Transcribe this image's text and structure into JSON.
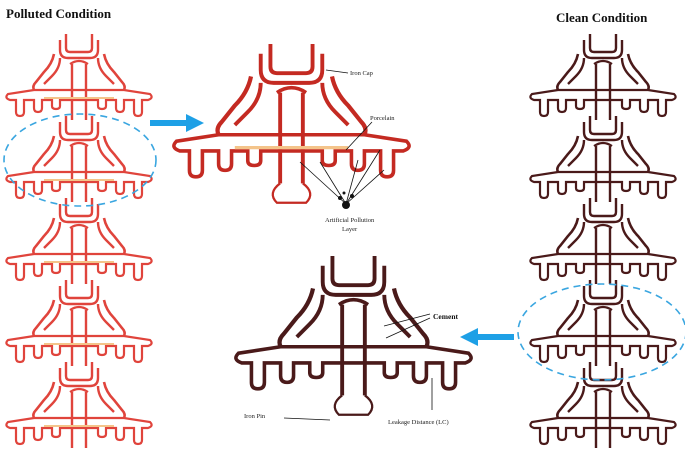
{
  "titles": {
    "polluted": "Polluted Condition",
    "clean": "Clean Condition"
  },
  "labels": {
    "iron_cap": "Iron Cap",
    "porcelain": "Porcelain",
    "pollution_line1": "Artificial Pollution",
    "pollution_line2": "Layer",
    "cement": "Cement",
    "iron_pin": "Iron Pin",
    "leakage": "Leakage Distance (LC)"
  },
  "colors": {
    "polluted_outline": "#e0443c",
    "polluted_outline_dark": "#c42a22",
    "pollution_layer": "#f4c48a",
    "clean_outline": "#4a1a1a",
    "arrow": "#1ea0e6",
    "highlight_ellipse": "#3aa6e0"
  }
}
